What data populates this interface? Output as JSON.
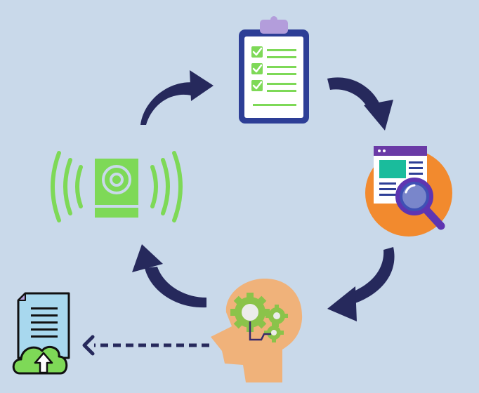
{
  "diagram": {
    "kind": "cycle",
    "nodes": [
      {
        "id": "checklist",
        "icon": "clipboard-checklist-icon"
      },
      {
        "id": "research",
        "icon": "webpage-magnifier-icon"
      },
      {
        "id": "analyze",
        "icon": "head-gears-icon"
      },
      {
        "id": "broadcast",
        "icon": "speaker-signal-icon"
      },
      {
        "id": "export",
        "icon": "document-cloud-upload-icon"
      }
    ],
    "edges": [
      {
        "from": "checklist",
        "to": "research",
        "style": "curved-solid"
      },
      {
        "from": "research",
        "to": "analyze",
        "style": "curved-solid"
      },
      {
        "from": "analyze",
        "to": "broadcast",
        "style": "curved-solid"
      },
      {
        "from": "broadcast",
        "to": "checklist",
        "style": "curved-solid"
      },
      {
        "from": "analyze",
        "to": "export",
        "style": "dashed"
      }
    ]
  },
  "colors": {
    "background": "#c9d9ea",
    "arrow": "#26295c",
    "green": "#7ed957",
    "clipboard_blue": "#2d3e96",
    "clip_purple": "#b39ddb",
    "orange": "#f28a2e",
    "skin": "#f0b27a",
    "gear_green": "#8bc34a",
    "doc_blue": "#a8d8ee"
  }
}
